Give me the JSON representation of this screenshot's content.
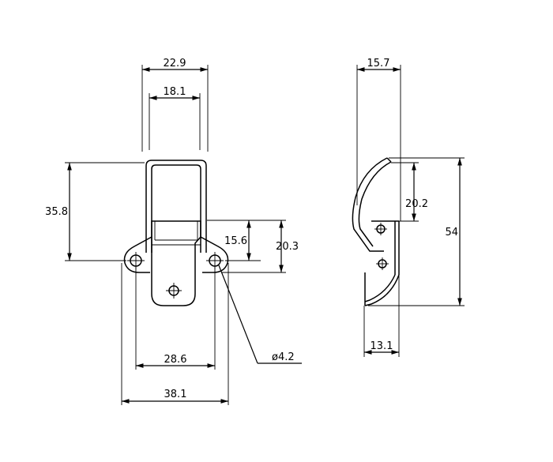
{
  "front_view": {
    "dim_top_outer": "22.9",
    "dim_top_inner": "18.1",
    "dim_left_height": "35.8",
    "dim_inner_height": "15.6",
    "dim_right_height": "20.3",
    "dim_hole_spacing": "28.6",
    "dim_base_width": "38.1",
    "dim_hole_diameter": "ø4.2"
  },
  "side_view": {
    "dim_top_width": "15.7",
    "dim_hook_height": "20.2",
    "dim_total_height": "54",
    "dim_base_width": "13.1"
  }
}
